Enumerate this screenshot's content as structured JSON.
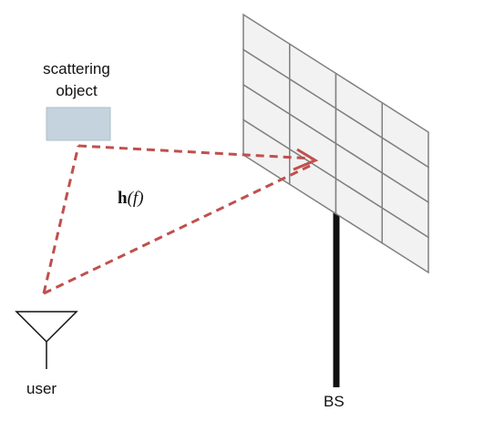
{
  "labels": {
    "scattering_object_line1": "scattering",
    "scattering_object_line2": "object",
    "user": "user",
    "base_station": "BS",
    "channel_symbol": "h",
    "channel_open": "(",
    "channel_var": "f",
    "channel_close": ")"
  },
  "colors": {
    "ray": "#c0504d",
    "panel_fill": "#f2f2f2",
    "panel_edge": "#808080",
    "scatterer_fill": "#c4d3dd",
    "mast": "#111111",
    "antenna": "#111111"
  },
  "array": {
    "rows": 4,
    "cols": 4
  },
  "icons": [
    "dipole-antenna-icon",
    "planar-antenna-array-icon",
    "scatterer-block-icon"
  ]
}
